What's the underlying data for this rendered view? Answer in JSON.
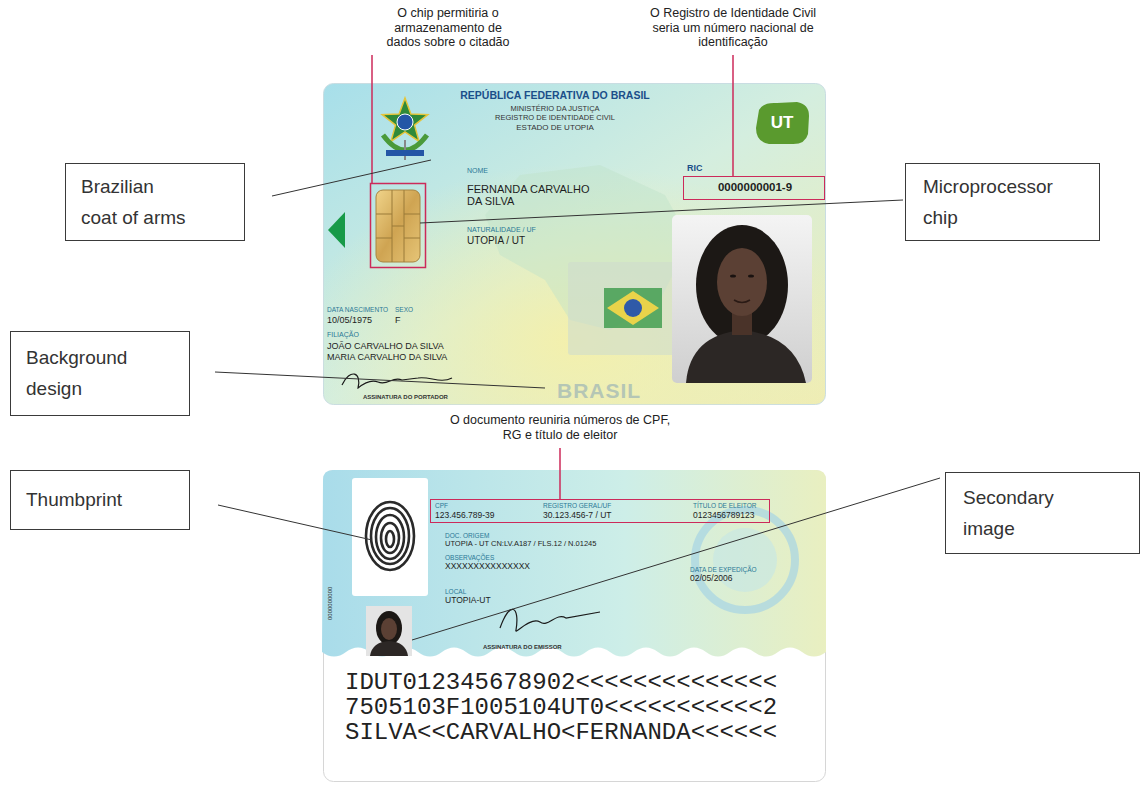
{
  "diagram": {
    "nodes": [
      {
        "text": [
          "REPÚBLICA FEDERATIVA DO BRASIL",
          "MINISTÉRIO DA JUSTIÇA",
          "REGISTRO DE IDENTIDADE CIVIL",
          "ESTADO DE UTOPIA",
          "RIC",
          "NOME",
          "FERNANDA CARVALHO DA SILVA",
          "NATURALIDADE / UF",
          "UTOPIA / UT",
          "DATA NASCIMENTO",
          "SEXO",
          "10/05/1975",
          "F",
          "FILIAÇÃO",
          "JOÃO CARVALHO DA SILVA",
          "MARIA CARVALHO DA SILVA",
          "ASSINATURA DO PORTADOR",
          "BRASIL"
        ]
      },
      {
        "text": [
          "UT"
        ],
        "in": 0
      },
      {
        "text": [
          "0000000001-9"
        ],
        "in": 0
      },
      {
        "text": [
          "Brazilian coat of arms"
        ]
      },
      {
        "text": [
          "Microprocessor chip"
        ]
      },
      {
        "text": [
          "Background design"
        ]
      },
      {
        "text": [
          "DOC. ORIGEM",
          "UTOPIA - UT CN:LV.A187 / FLS.12 / N.01245",
          "OBSERVAÇÕES",
          "XXXXXXXXXXXXXXX",
          "LOCAL",
          "UTOPIA-UT",
          "DATA DE EXPEDIÇÃO",
          "02/05/2006",
          "ASSINATURA DO EMISSOR",
          "0000000000",
          "IDUT012345678902<<<<<<<<<<<<<<",
          "7505103F1005104UT0<<<<<<<<<<<2",
          "SILVA<<CARVALHO<FERNANDA<<<<<<"
        ]
      },
      {
        "text": [
          "CPF",
          "123.456.789-39",
          "REGISTRO GERAL/UF",
          "30.123.456-7 / UT",
          "TÍTULO DE ELEITOR",
          "0123456789123"
        ],
        "in": 6
      },
      {
        "text": [
          "Thumbprint"
        ]
      },
      {
        "text": [
          "Secondary image"
        ]
      }
    ],
    "labels": [
      "O chip permitiria o armazenamento de dados sobre o citadão",
      "O Registro de Identidade Civil seria um número nacional de identificação",
      "O documento reuniria números de CPF, RG e título de eleitor"
    ]
  }
}
